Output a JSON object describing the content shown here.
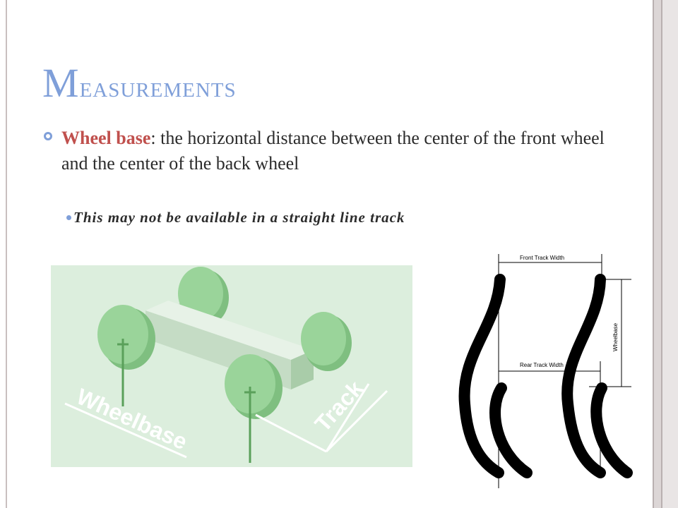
{
  "slide": {
    "title_first": "M",
    "title_rest": "easurements",
    "bullet_term": "Wheel base",
    "bullet_text": ": the horizontal distance between the center of the front wheel and the center of the back wheel",
    "sub_bullet": "This may not be available in a straight line track"
  },
  "figure_left": {
    "wheelbase_label": "Wheelbase",
    "track_label": "Track"
  },
  "figure_right": {
    "front_label": "Front Track Width",
    "rear_label": "Rear Track Width",
    "wheelbase_label": "Wheelbase"
  },
  "colors": {
    "title": "#7f9fd9",
    "term": "#c0504d",
    "figure_bg": "#dceedd",
    "wheel": "#8fcc8f"
  }
}
